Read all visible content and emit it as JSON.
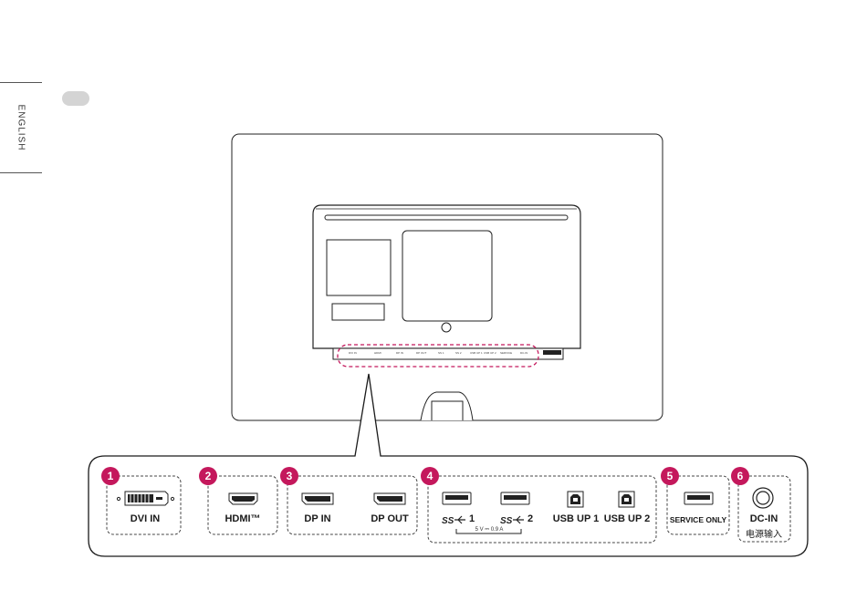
{
  "sidebar": {
    "language": "ENGLISH"
  },
  "ports": {
    "dvi_in": "DVI IN",
    "hdmi": "HDMI™",
    "dp_in": "DP IN",
    "dp_out": "DP OUT",
    "usb_down_1": "1",
    "usb_down_2": "2",
    "usb_power_note": "5 V ⎓ 0.9 A",
    "usb_up_1": "USB UP 1",
    "usb_up_2": "USB UP 2",
    "service": "SERVICE ONLY",
    "dc_in": "DC-IN",
    "dc_in_cn": "电源输入"
  },
  "callouts": [
    "1",
    "2",
    "3",
    "4",
    "5",
    "6"
  ],
  "colors": {
    "callout": "#c4185c",
    "line": "#1a1a1a",
    "highlight": "#c4185c"
  }
}
